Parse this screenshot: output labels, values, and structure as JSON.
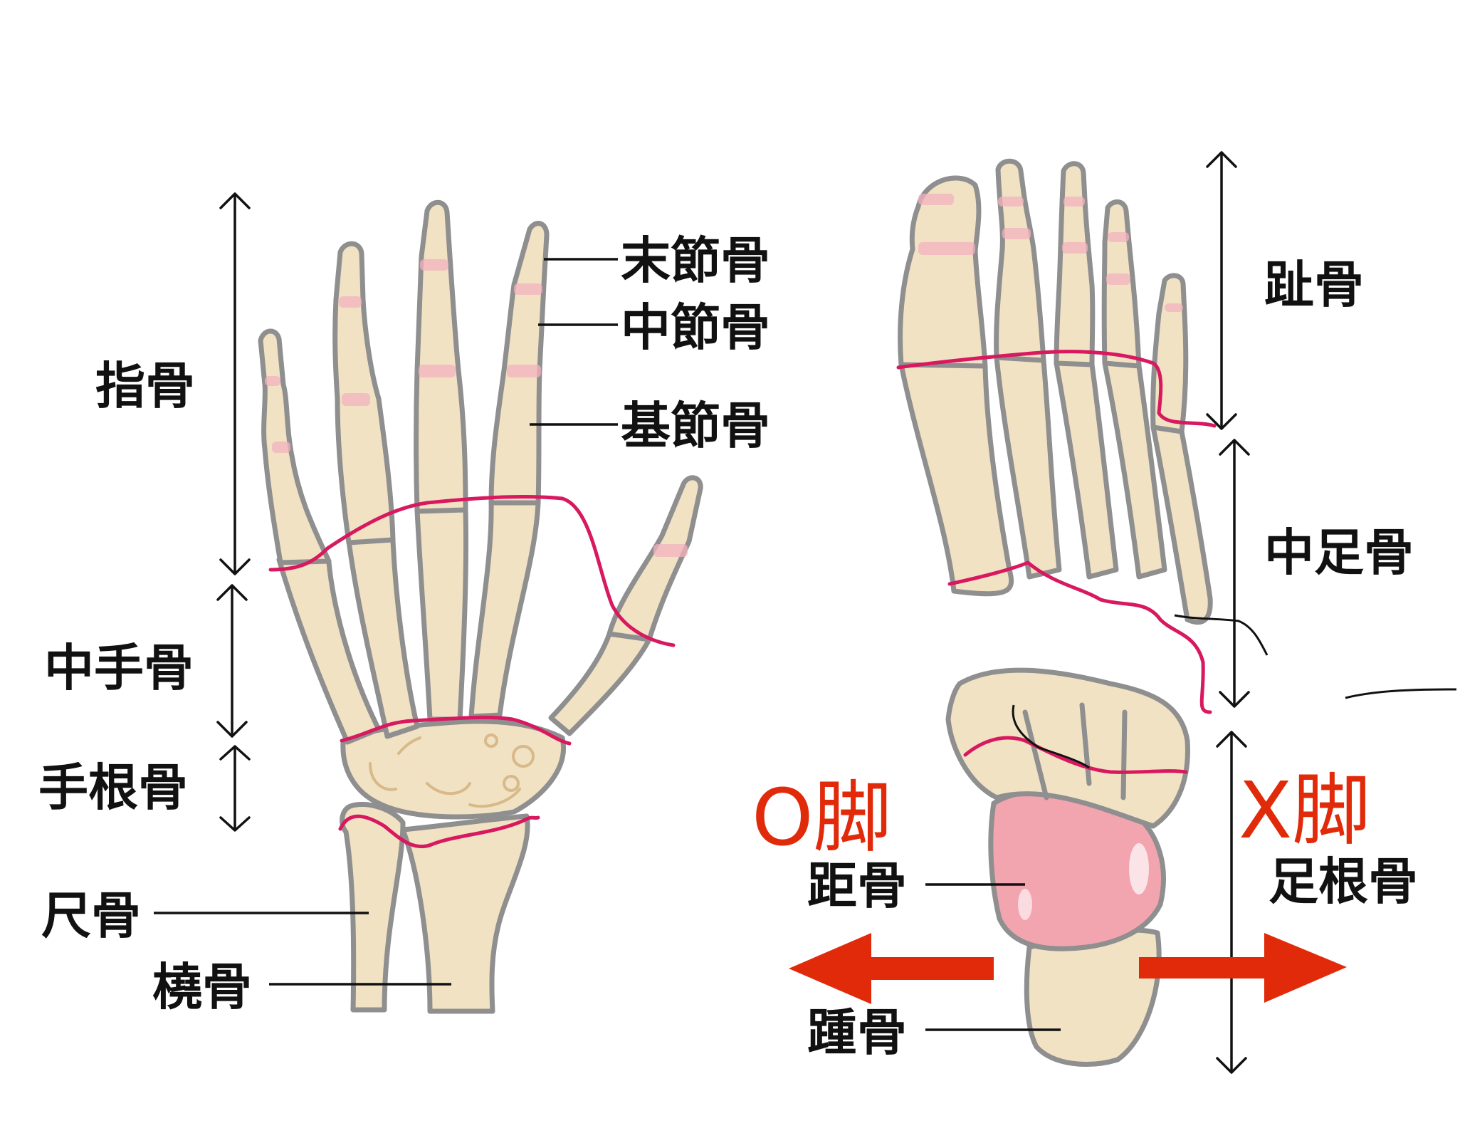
{
  "hand": {
    "labels": {
      "distal_phalanx": "末節骨",
      "middle_phalanx": "中節骨",
      "proximal_phalanx": "基節骨",
      "phalanges": "指骨",
      "metacarpals": "中手骨",
      "carpals": "手根骨",
      "ulna": "尺骨",
      "radius": "橈骨"
    }
  },
  "foot": {
    "labels": {
      "toe_bones": "趾骨",
      "metatarsals": "中足骨",
      "tarsals": "足根骨",
      "talus": "距骨",
      "calcaneus": "踵骨"
    },
    "o_leg": "O脚",
    "x_leg": "X脚"
  },
  "colors": {
    "bone_fill": "#f1e2c4",
    "bone_outline": "#8f8f8f",
    "joint_line": "#d8185f",
    "talus_highlight": "#f1a3ad",
    "arrow": "#e02a0a",
    "text": "#111111"
  }
}
